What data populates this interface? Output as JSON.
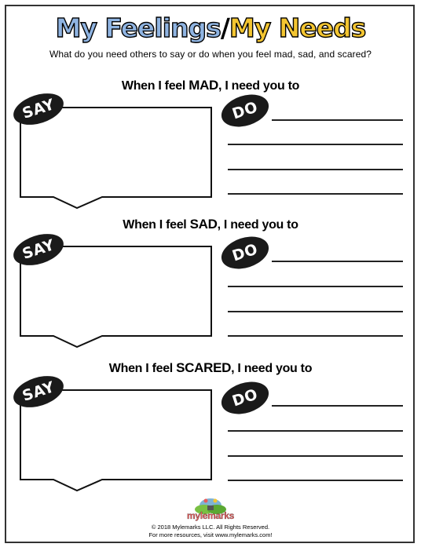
{
  "title": {
    "part1": "My Feelings",
    "slash": "/",
    "part2": "My Needs"
  },
  "subtitle": "What do you need others to say or do when you feel mad, sad, and scared?",
  "sections": [
    {
      "prefix": "When I feel ",
      "emotion": "MAD",
      "suffix": ", I need you to",
      "say_label": "SAY",
      "do_label": "DO"
    },
    {
      "prefix": "When I feel ",
      "emotion": "SAD",
      "suffix": ", I need you to",
      "say_label": "SAY",
      "do_label": "DO"
    },
    {
      "prefix": "When I feel ",
      "emotion": "SCARED",
      "suffix": ", I need you to",
      "say_label": "SAY",
      "do_label": "DO"
    }
  ],
  "logo": {
    "text": "mylemarks"
  },
  "footer": {
    "copyright": "© 2018 Mylemarks LLC. All Rights Reserved.",
    "resources": "For more resources, visit www.mylemarks.com!"
  }
}
